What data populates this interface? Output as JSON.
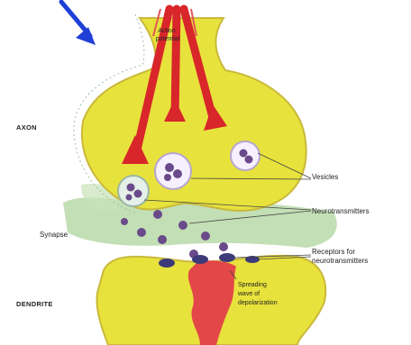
{
  "labels": {
    "action_potential_line1": "Action",
    "action_potential_line2": "potential",
    "axon": "AXON",
    "vesicles": "Vesicles",
    "neurotransmitters": "Neurotransmitters",
    "synapse": "Synapse",
    "receptors_line1": "Receptors for",
    "receptors_line2": "neurotransmitters",
    "dendrite": "DENDRITE",
    "spreading_line1": "Spreading",
    "spreading_line2": "wave of",
    "spreading_line3": "depolarization"
  },
  "colors": {
    "terminal": "#e8e23c",
    "terminal_outline": "#c9b93a",
    "cleft": "#b8d9a8",
    "arrow": "#d8262a",
    "pointer": "#1f3fd6",
    "molecule": "#6a4a8a",
    "vesicle": "#f6f0ff"
  }
}
